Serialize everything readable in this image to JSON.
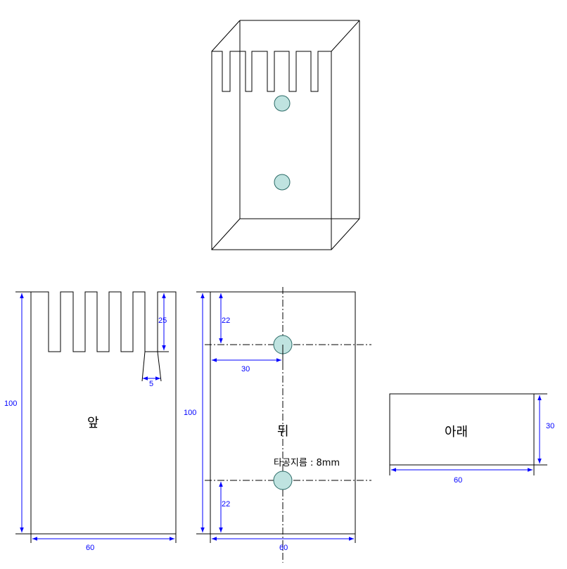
{
  "views": {
    "front_label": "앞",
    "back_label": "뒤",
    "bottom_label": "아래"
  },
  "dimensions": {
    "front_height": "100",
    "front_width": "60",
    "slot_depth": "25",
    "slot_width": "5",
    "back_height": "100",
    "back_width": "60",
    "hole_top_offset": "22",
    "hole_bottom_offset": "22",
    "hole_side_offset": "30",
    "bottom_width": "60",
    "bottom_depth": "30"
  },
  "notes": {
    "hole_diameter": "타공지름 : 8mm"
  },
  "colors": {
    "dimension": "#0000ff",
    "hole_fill": "#bfe3e0"
  }
}
